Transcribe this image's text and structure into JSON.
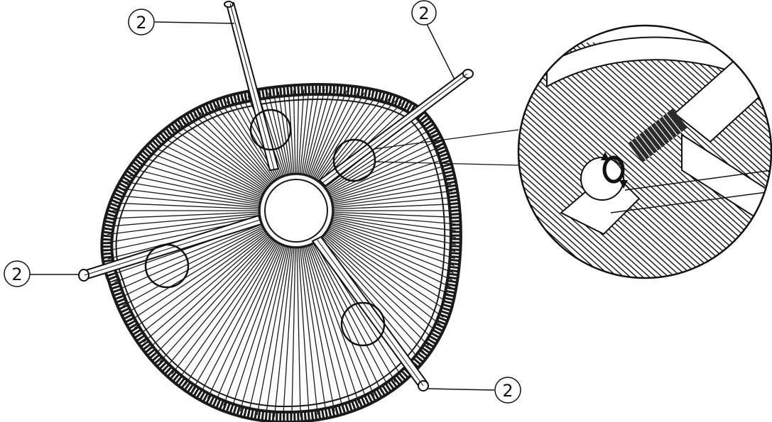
{
  "diagram": {
    "callouts": [
      {
        "id": "leg-top",
        "label": "2"
      },
      {
        "id": "leg-top-right",
        "label": "2"
      },
      {
        "id": "leg-left",
        "label": "2"
      },
      {
        "id": "leg-bottom-right",
        "label": "2"
      }
    ],
    "colors": {
      "ink": "#111111",
      "paper": "#ffffff",
      "cord": "#1a1a1a"
    },
    "icons": [
      "rotate-screw-icon",
      "magnifier-detail"
    ]
  }
}
